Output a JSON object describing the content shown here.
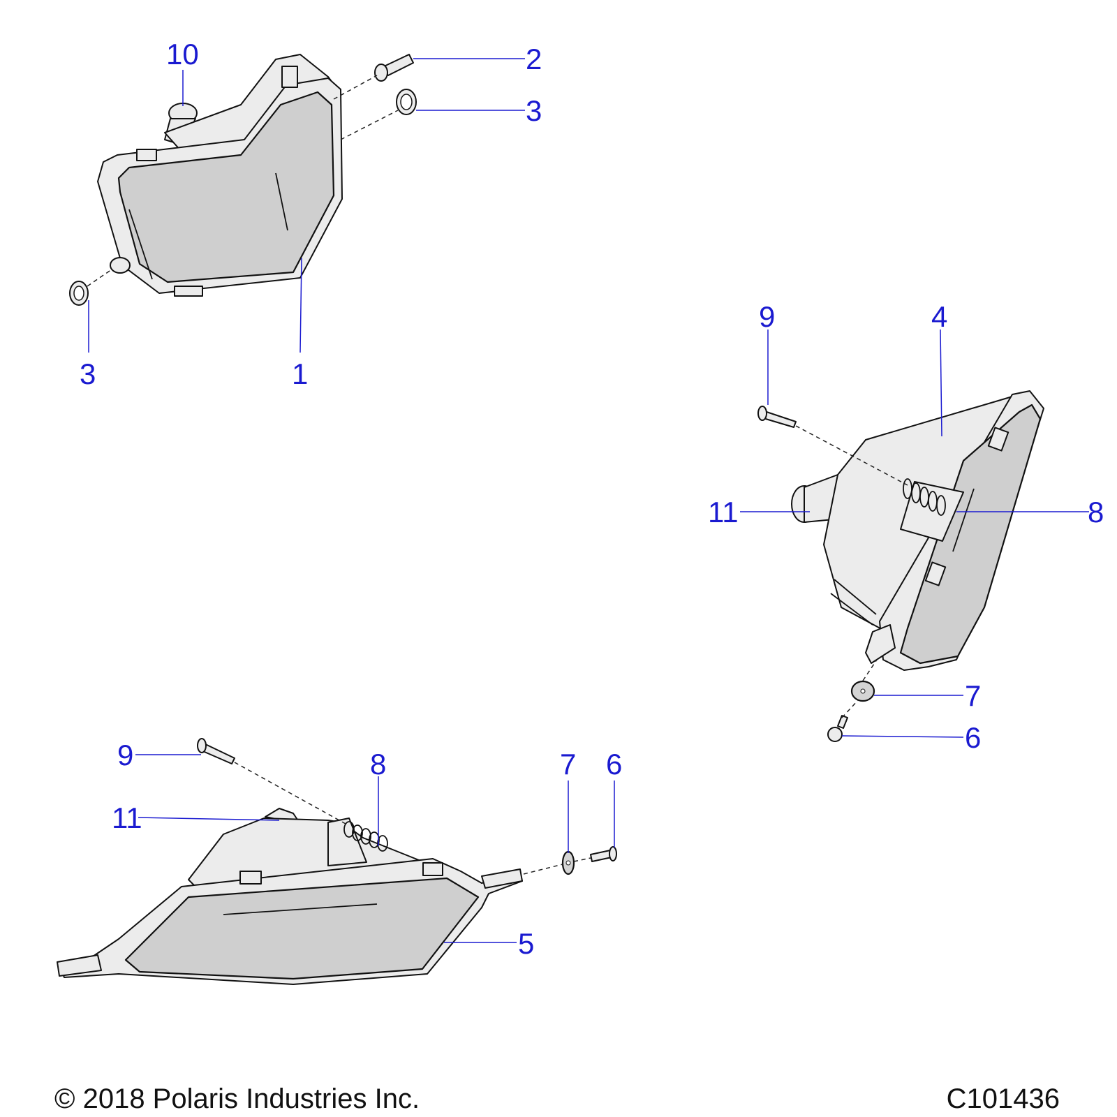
{
  "callouts": {
    "c10": "10",
    "c2": "2",
    "c3a": "3",
    "c3b": "3",
    "c1": "1",
    "c9a": "9",
    "c4": "4",
    "c11a": "11",
    "c8a": "8",
    "c7a": "7",
    "c6a": "6",
    "c9b": "9",
    "c8b": "8",
    "c7b": "7",
    "c6b": "6",
    "c11b": "11",
    "c5": "5"
  },
  "footer": {
    "copyright": "© 2018 Polaris Industries Inc.",
    "drawing_id": "C101436"
  }
}
